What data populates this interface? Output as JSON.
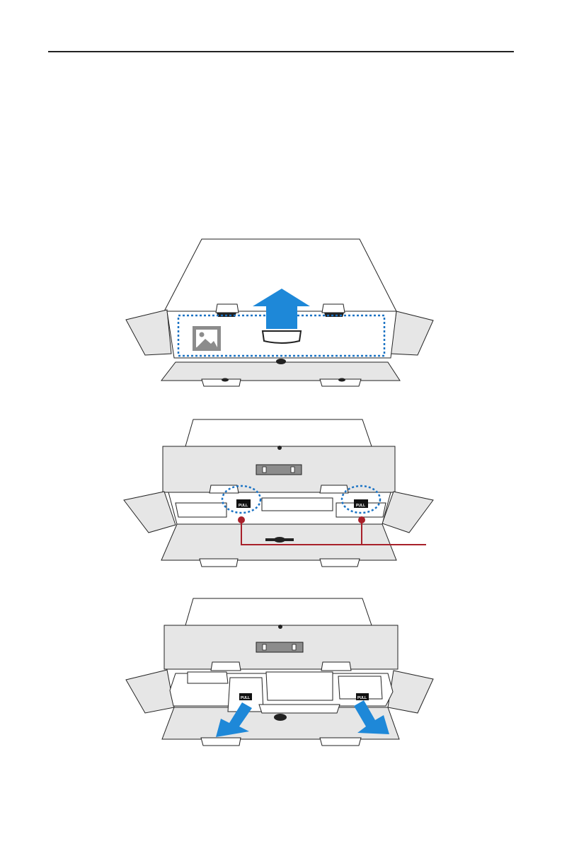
{
  "page": {
    "background": "#ffffff",
    "rule_color": "#222222"
  },
  "colors": {
    "carton_white": "#ffffff",
    "carton_gray": "#e6e6e6",
    "outline": "#222222",
    "arrow_blue": "#1e88d8",
    "dotted_blue": "#1b73c4",
    "callout_red": "#a8202a",
    "photo_icon_gray": "#8c8c8c"
  },
  "icons": {
    "step1": [
      "up-arrow-icon",
      "image-placeholder-icon",
      "dotted-box-highlight"
    ],
    "step2": [
      "dotted-circle-highlight-left",
      "dotted-circle-highlight-right",
      "red-callout-line"
    ],
    "step3": [
      "down-left-arrow-icon",
      "down-right-arrow-icon"
    ]
  },
  "labels": {
    "pull_tab": "PULL"
  }
}
